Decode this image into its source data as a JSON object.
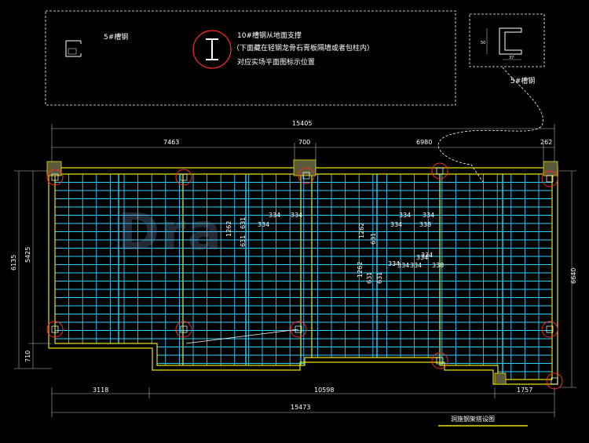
{
  "legend": {
    "channel_label": "5#槽钢",
    "beam_title": "10#槽钢从地面支撑",
    "beam_note": "（下面藏在轻钢龙骨石膏板隔墙或者包柱内）",
    "beam_location": "对应实场平面图标示位置",
    "detail_label": "5#槽钢",
    "profile_dims": [
      "50",
      "37"
    ]
  },
  "dimensions": {
    "top_total": "15405",
    "top_segments": [
      "7463",
      "700",
      "6980",
      "262"
    ],
    "bottom_total": "15473",
    "bottom_segments": [
      "3118",
      "10598",
      "1757"
    ],
    "left_outer": "6135",
    "left_inner": "5425",
    "left_bottom": "710",
    "right": "6640"
  },
  "plan_marks": {
    "group1": [
      "334",
      "334",
      "334",
      "631",
      "631",
      "1262"
    ],
    "group2": [
      "334",
      "334",
      "334",
      "338",
      "1262",
      "631"
    ],
    "group3": [
      "1262",
      "631",
      "631",
      "334",
      "334"
    ],
    "group4": [
      "334",
      "334",
      "334",
      "338"
    ]
  },
  "watermark": "Dra",
  "drawing_title": "洞施钢架搭设图",
  "colors": {
    "background": "#000000",
    "wall": "#e8e000",
    "grid": "#2fd0ff",
    "support_circle": "#ff2a2a",
    "dimension": "#b8b8b8",
    "text": "#ffffff"
  }
}
